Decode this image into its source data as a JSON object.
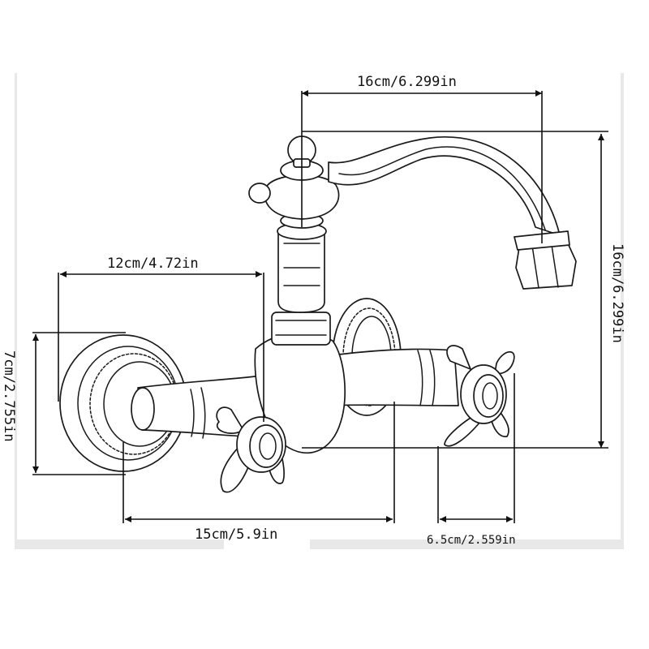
{
  "dimensions": {
    "spout_reach": "16cm/6.299in",
    "total_height": "16cm/6.299in",
    "inlet_spacing": "12cm/4.72in",
    "flange_diameter": "7cm/2.755in",
    "overall_width": "15cm/5.9in",
    "handle_span": "6.5cm/2.559in"
  }
}
